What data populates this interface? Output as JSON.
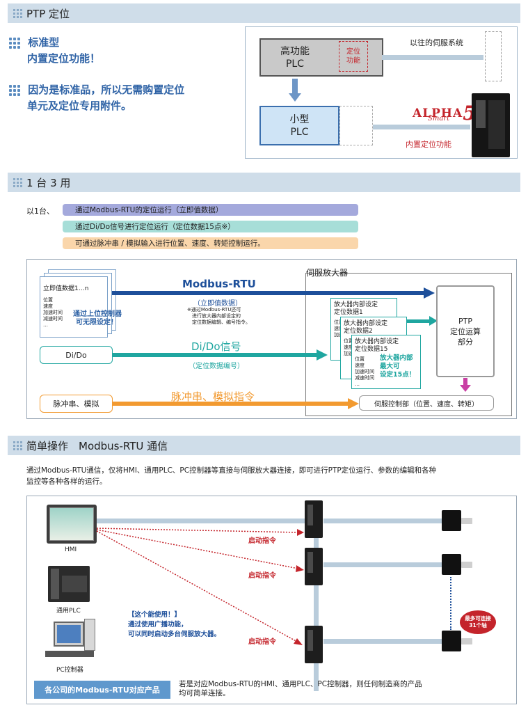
{
  "sec1": {
    "title": "PTP 定位",
    "bullet1_line1": "标准型",
    "bullet1_line2": "内置定位功能！",
    "bullet2_line1": "因为是标准品，所以无需购置定位",
    "bullet2_line2": "单元及定位专用附件。"
  },
  "diag1": {
    "hi_plc_l1": "高功能",
    "hi_plc_l2": "PLC",
    "pos_func_l1": "定位",
    "pos_func_l2": "功能",
    "legacy": "以往的伺服系统",
    "small_plc_l1": "小型",
    "small_plc_l2": "PLC",
    "brand_main": "ALPHA",
    "brand_num": "5",
    "brand_sub": "Smart",
    "builtin": "内置定位功能"
  },
  "sec2": {
    "title": "1 台 3 用",
    "lead": "以1台、",
    "pill1": "通过Modbus-RTU的定位运行（立即值数据）",
    "pill2": "通过Di/Do信号进行定位运行（定位数据15点※）",
    "pill3": "可通过脉冲串 / 模拟输入进行位置、速度、转矩控制运行。"
  },
  "diag2": {
    "amp_title": "伺服放大器",
    "doc_title": "立即值数据1…n",
    "doc_items": [
      "位置",
      "速度",
      "加速时间",
      "减速时间",
      "…"
    ],
    "doc_note_l1": "通过上位控制器",
    "doc_note_l2": "可无限设定！",
    "modbus": "Modbus-RTU",
    "modbus_sub": "（立即值数据）",
    "note_l1": "※通过Modbus-RTU还可",
    "note_l2": "进行放大器内部设定的",
    "note_l3": "定位数据编辑、编号指令。",
    "dido_box": "Di/Do",
    "dido": "Di/Do信号",
    "dido_sub": "（定位数据编号）",
    "pulse_box": "脉冲串、模拟",
    "pulse": "脉冲串、模拟指令",
    "card1_l1": "放大器内部设定",
    "card1_l2": "定位数据1",
    "card2_l1": "放大器内部设定",
    "card2_l2": "定位数据2",
    "card3_l1": "放大器内部设定",
    "card3_l2": "定位数据15",
    "card_items": [
      "位置",
      "速度",
      "加速时间",
      "减速时间",
      "…"
    ],
    "card_note_l1": "放大器内部",
    "card_note_l2": "最大可",
    "card_note_l3": "设定15点！",
    "ptp_l1": "PTP",
    "ptp_l2": "定位运算",
    "ptp_l3": "部分",
    "servo_ctrl": "伺服控制部（位置、速度、转矩）"
  },
  "sec3": {
    "title": "简单操作　Modbus-RTU 通信",
    "desc_l1": "通过Modbus-RTU通信，仅将HMI、通用PLC、PC控制器等直接与伺服放大器连接，即可进行PTP定位运行、参数的编辑和各种",
    "desc_l2": "监控等各种各样的运行。"
  },
  "diag3": {
    "hmi": "HMI",
    "plc": "通用PLC",
    "pc": "PC控制器",
    "start1": "启动指令",
    "start2": "启动指令",
    "start3": "启动指令",
    "bc_l1": "【这个能使用！】",
    "bc_l2": "通过使用广播功能，",
    "bc_l3": "可以同时启动多台伺服放大器。",
    "max_l1": "最多可连接",
    "max_l2": "31个轴",
    "badge": "各公司的Modbus-RTU对应产品",
    "footer_l1": "若是对应Modbus-RTU的HMI、通用PLC、PC控制器，则任何制造商的产品",
    "footer_l2": "均可简单连接。"
  },
  "colors": {
    "header": "#cfdde9",
    "blue": "#2f63a6",
    "teal": "#1fa6a0",
    "orange": "#f29a30",
    "navy": "#1d4f9a",
    "red": "#c4242b",
    "magenta": "#c940a4"
  }
}
